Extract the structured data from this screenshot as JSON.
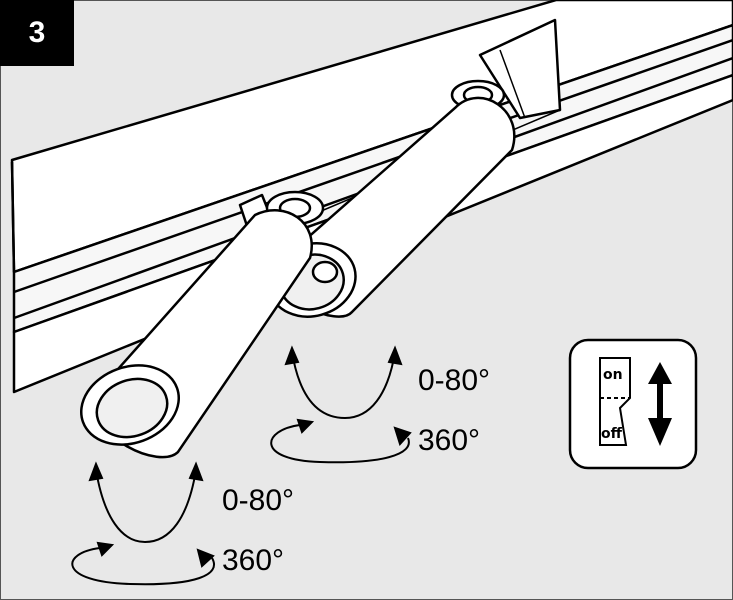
{
  "step": {
    "number": "3"
  },
  "spotlight_upper": {
    "tilt_label": "0-80°",
    "rotate_label": "360°"
  },
  "spotlight_lower": {
    "tilt_label": "0-80°",
    "rotate_label": "360°"
  },
  "switch": {
    "on_label": "on",
    "off_label": "off"
  },
  "colors": {
    "background": "#e8e8e8",
    "line": "#000000",
    "badge": "#000000",
    "switch_panel": "#ffffff"
  },
  "icons": [
    "rotate-arrow-icon",
    "tilt-arrow-icon",
    "rocker-switch-icon",
    "double-arrow-icon"
  ]
}
